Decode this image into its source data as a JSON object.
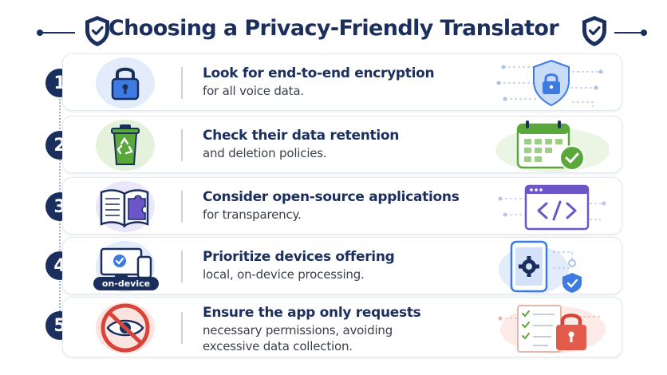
{
  "title": "Choosing a Privacy-Friendly Translator",
  "colors": {
    "navy": "#1b2f5e",
    "accent_blue": "#3d7be0",
    "green": "#5aa83c",
    "red": "#d9443a",
    "purple": "#6b55c8"
  },
  "steps": [
    {
      "number": "1",
      "heading": "Look for end-to-end encryption",
      "desc": "for all voice data.",
      "icon": "padlock-icon",
      "illustration": "shield-lock-icon"
    },
    {
      "number": "2",
      "heading": "Check their data retention",
      "desc": "and deletion policies.",
      "icon": "recycle-bin-icon",
      "illustration": "calendar-check-icon"
    },
    {
      "number": "3",
      "heading": "Consider open-source applications",
      "desc": "for transparency.",
      "icon": "book-puzzle-icon",
      "illustration": "code-window-icon"
    },
    {
      "number": "4",
      "heading": "Prioritize devices offering",
      "desc": "local, on-device processing.",
      "icon": "devices-icon",
      "badge": "on-device",
      "illustration": "phone-gear-shield-icon"
    },
    {
      "number": "5",
      "heading": "Ensure the app only requests",
      "desc": "necessary permissions, avoiding",
      "desc2": "excessive data collection.",
      "icon": "no-eye-icon",
      "illustration": "checklist-lock-icon"
    }
  ]
}
